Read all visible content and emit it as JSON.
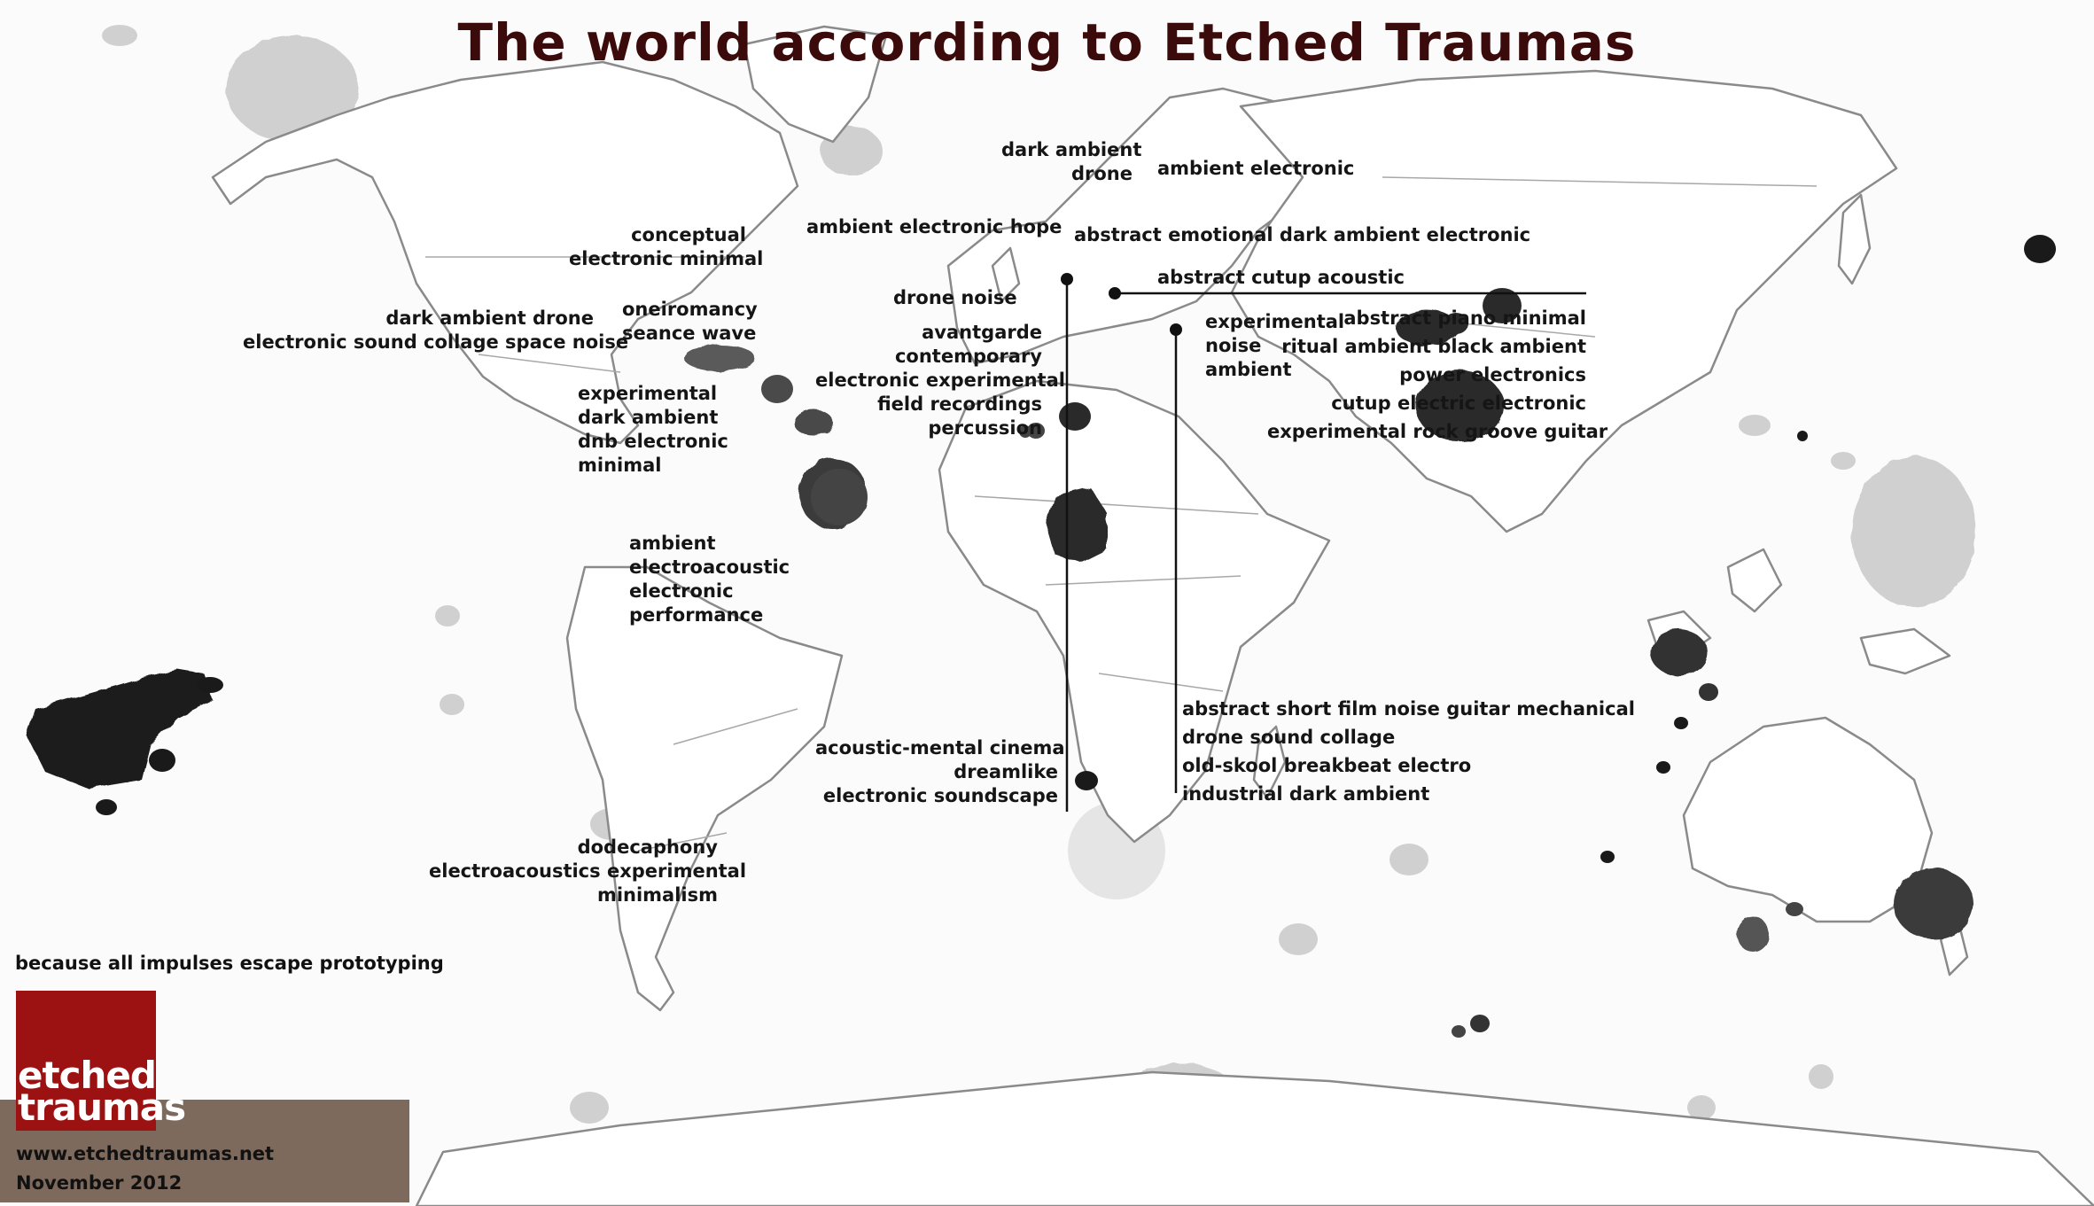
{
  "title": "The world according to Etched Traumas",
  "tagline": "because all impulses escape prototyping",
  "brand": {
    "logo_line1": "etched",
    "logo_line2": "traumas",
    "url": "www.etchedtraumas.net",
    "date": "November 2012",
    "colors": {
      "logo_red": "#9c1111",
      "footer_brown": "#7d6a5c",
      "title": "#3b0a0a"
    }
  },
  "labels": {
    "n_america_conceptual": [
      "conceptual",
      "electronic minimal"
    ],
    "n_america_drone": [
      "dark ambient drone",
      "electronic sound collage space noise"
    ],
    "n_america_oneiro": [
      "oneiromancy",
      "seance wave"
    ],
    "c_america": [
      "experimental",
      "dark ambient",
      "dnb electronic",
      "minimal"
    ],
    "s_america_north": [
      "ambient",
      "electroacoustic",
      "electronic",
      "performance"
    ],
    "s_america_south": [
      "dodecaphony",
      "electroacoustics experimental",
      "minimalism"
    ],
    "scandinavia_left": [
      "dark ambient",
      "drone"
    ],
    "scandinavia_right": [
      "ambient electronic"
    ],
    "europe_hope": [
      "ambient electronic hope"
    ],
    "europe_abstract": [
      "abstract emotional dark ambient electronic"
    ],
    "europe_cutup": [
      "abstract cutup acoustic"
    ],
    "europe_drone_noise": [
      "drone noise"
    ],
    "w_europe_list": [
      "avantgarde",
      "contemporary",
      "electronic experimental",
      "field recordings",
      "percussion"
    ],
    "balkans": [
      "experimental",
      "noise",
      "ambient"
    ],
    "asia_list": [
      "abstract piano minimal",
      "ritual ambient black ambient",
      "power electronics",
      "cutup electric electronic",
      "experimental rock groove guitar"
    ],
    "atlantic_cinema": [
      "acoustic-mental cinema",
      "dreamlike",
      "electronic soundscape"
    ],
    "africa_list": [
      "abstract short film noise guitar mechanical",
      "drone sound collage",
      "old-skool breakbeat  electro",
      "industrial dark ambient"
    ]
  }
}
